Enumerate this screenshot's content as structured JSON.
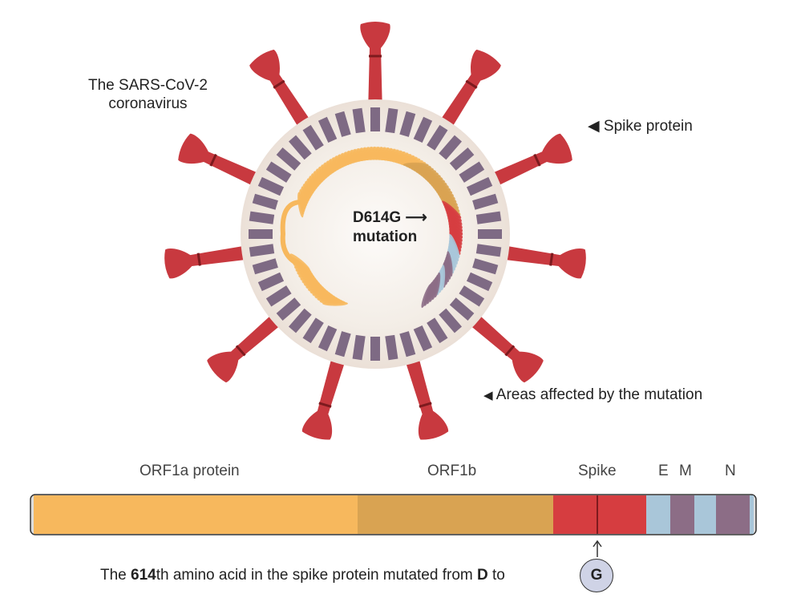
{
  "labels": {
    "virus_title_line1": "The SARS-CoV-2",
    "virus_title_line2": "coronavirus",
    "spike_protein": "Spike protein",
    "areas_affected": "Areas affected by the mutation",
    "mutation_name": "D614G",
    "mutation_word": "mutation"
  },
  "genome": {
    "segments": [
      {
        "name": "ORF1a protein",
        "color": "#f7b85d"
      },
      {
        "name": "ORF1b",
        "color": "#d9a352"
      },
      {
        "name": "Spike",
        "color": "#d63d40"
      },
      {
        "name": "E",
        "color": "#a9c6d9"
      },
      {
        "name": "M",
        "color": "#8c6d86"
      },
      {
        "name": "N",
        "color": "#8c6d86"
      }
    ]
  },
  "caption": {
    "pre": "The ",
    "number": "614",
    "mid": "th amino acid in the spike protein mutated from ",
    "from": "D",
    "to_word": " to",
    "to": "G"
  },
  "colors": {
    "spike": "#c8393f",
    "spike_band": "#7d1a1e",
    "membrane": "#ebe0d7",
    "membrane_block": "#7e6a84"
  }
}
